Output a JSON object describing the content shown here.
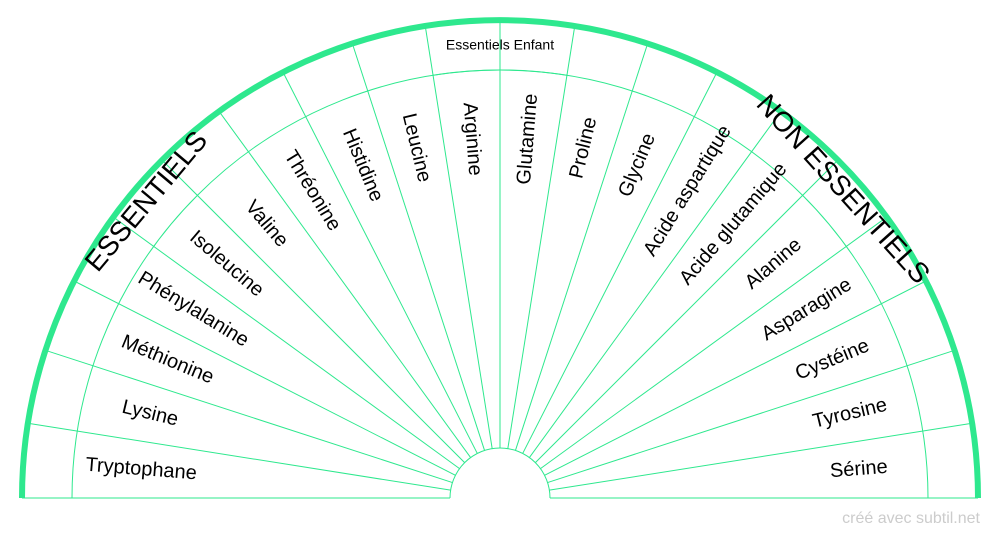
{
  "colors": {
    "accent": "#2ee88e",
    "text": "#000000",
    "credit": "#cccccc"
  },
  "group_labels": {
    "left": "ESSENTIELS",
    "right": "NON ESSENTIELS",
    "top": "Essentiels Enfant"
  },
  "segments": [
    "Tryptophane",
    "Lysine",
    "Méthionine",
    "Phénylalanine",
    "Isoleucine",
    "Valine",
    "Thréonine",
    "Histidine",
    "Leucine",
    "Arginine",
    "Glutamine",
    "Proline",
    "Glycine",
    "Acide aspartique",
    "Acide glutamique",
    "Alanine",
    "Asparagine",
    "Cystéine",
    "Tyrosine",
    "Sérine"
  ],
  "credit": "créé avec subtil.net"
}
